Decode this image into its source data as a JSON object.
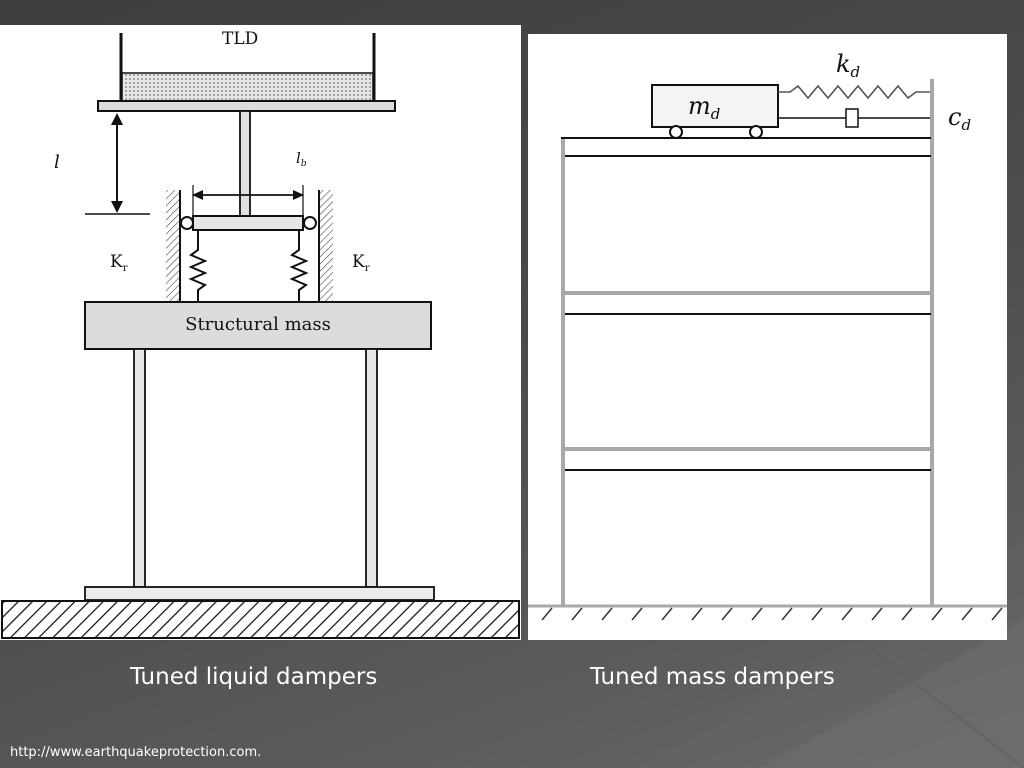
{
  "slide": {
    "left_caption": "Tuned liquid dampers",
    "right_caption": "Tuned mass dampers",
    "source_url": "http://www.earthquakeprotection.com."
  },
  "tld_diagram": {
    "tank_label": "TLD",
    "length_label": "l",
    "width_label": "l",
    "width_label_subscript": "b",
    "left_spring_label": "K",
    "left_spring_label_subscript": "r",
    "right_spring_label": "K",
    "right_spring_label_subscript": "r",
    "mass_label": "Structural mass"
  },
  "tmd_diagram": {
    "mass_label": "m",
    "mass_label_subscript": "d",
    "spring_label": "k",
    "spring_label_subscript": "d",
    "damper_label": "c",
    "damper_label_subscript": "d"
  },
  "colors": {
    "background": "#4a4a4a",
    "panel": "#ffffff",
    "line": "#111111",
    "tank_fill": "#cfcfcf",
    "mass_fill": "#dcdcdc",
    "floor_gray": "#a8a8a8",
    "caption_text": "#ffffff"
  }
}
